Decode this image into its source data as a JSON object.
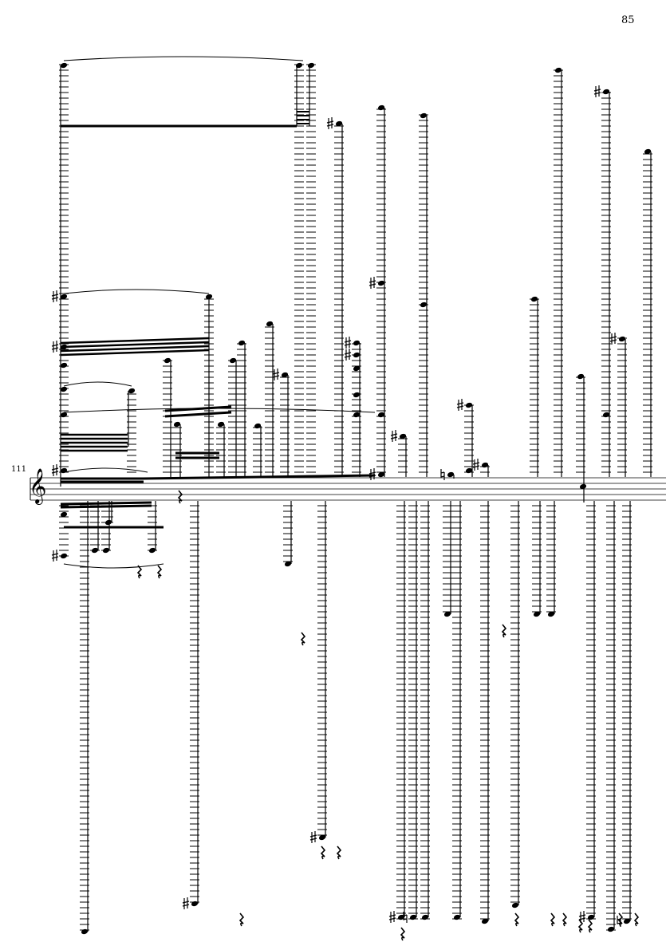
{
  "page": {
    "number": "85"
  },
  "system": {
    "measure_number": "111",
    "clef": "treble"
  },
  "colors": {
    "ink": "#000000",
    "paper": "#ffffff"
  }
}
